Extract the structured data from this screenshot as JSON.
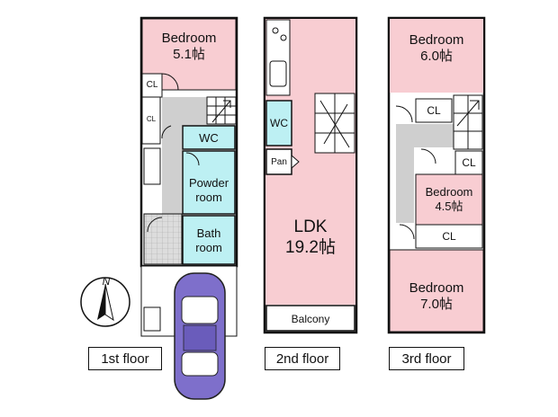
{
  "floors": [
    {
      "label": "1st floor",
      "rooms": [
        {
          "name": "Bedroom",
          "size": "5.1帖"
        },
        {
          "name": "WC"
        },
        {
          "name": "Powder room"
        },
        {
          "name": "Bath room"
        }
      ],
      "closets": [
        "CL",
        "CL"
      ]
    },
    {
      "label": "2nd floor",
      "rooms": [
        {
          "name": "WC"
        },
        {
          "name": "Pan"
        },
        {
          "name": "LDK",
          "size": "19.2帖"
        },
        {
          "name": "Balcony"
        }
      ]
    },
    {
      "label": "3rd floor",
      "rooms": [
        {
          "name": "Bedroom",
          "size": "6.0帖"
        },
        {
          "name": "Bedroom",
          "size": "4.5帖"
        },
        {
          "name": "Bedroom",
          "size": "7.0帖"
        }
      ],
      "closets": [
        "CL",
        "CL",
        "CL"
      ]
    }
  ],
  "compass": {
    "label": "N"
  },
  "colors": {
    "bedroom": "#f8cdd2",
    "ldk": "#f8cdd2",
    "wet_area": "#bdf0f3",
    "corridor": "#cfcfcf",
    "car": "#7e6fcb"
  }
}
